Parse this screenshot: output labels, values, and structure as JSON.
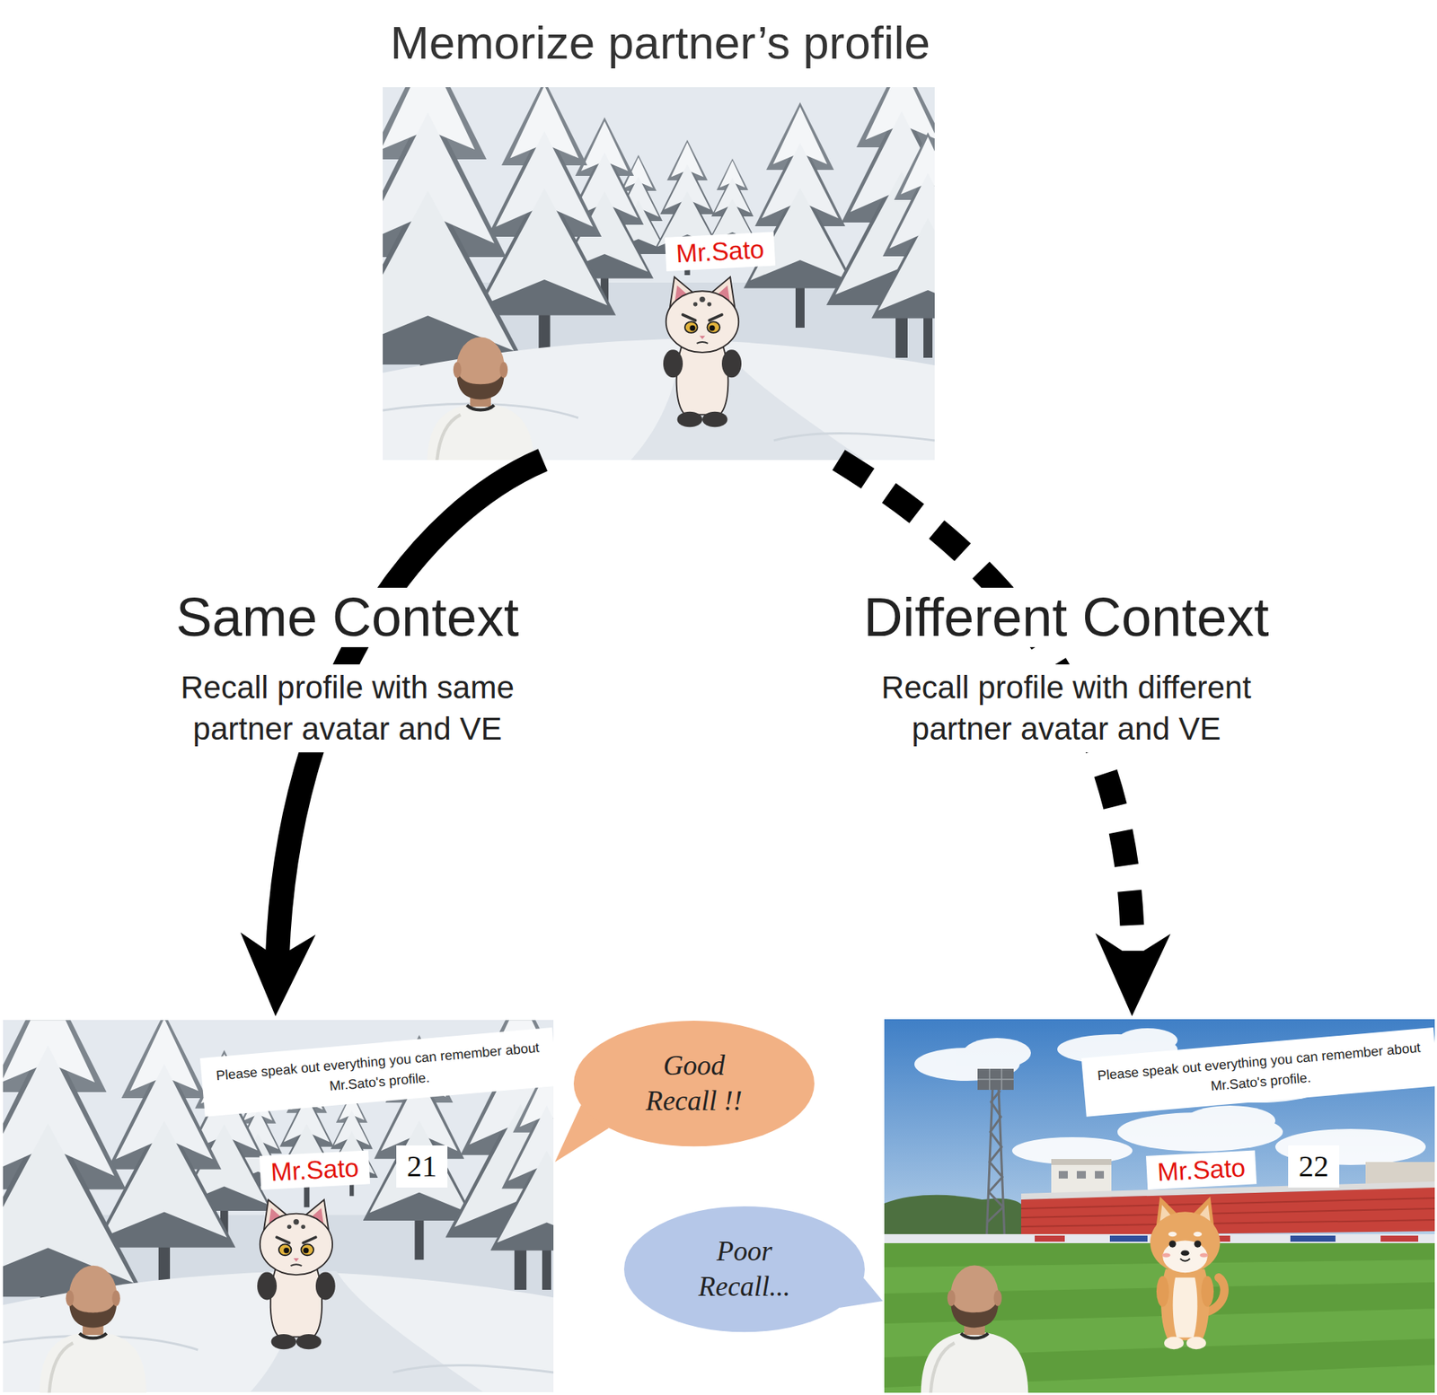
{
  "diagram": {
    "title": "Memorize partner’s profile",
    "nodes": [
      {
        "text": [
          "Mr.Sato"
        ]
      },
      {
        "text": [
          "Please speak out everything you can remember about Mr.Sato's profile.",
          "Mr.Sato",
          "21"
        ]
      },
      {
        "text": [
          "Good Recall !!"
        ]
      },
      {
        "text": [
          "Poor Recall..."
        ]
      },
      {
        "text": [
          "Please speak out everything you can remember about Mr.Sato's profile.",
          "Mr.Sato",
          "22"
        ]
      }
    ],
    "edges": [
      {
        "from": 0,
        "to": 1,
        "arrow": "to",
        "label": "Same Context"
      },
      {
        "from": 0,
        "to": 4,
        "arrow": "to",
        "label": "Different Context"
      }
    ],
    "labels": [
      "Recall profile with same partner avatar and VE",
      "Recall profile with different partner avatar and VE"
    ]
  }
}
